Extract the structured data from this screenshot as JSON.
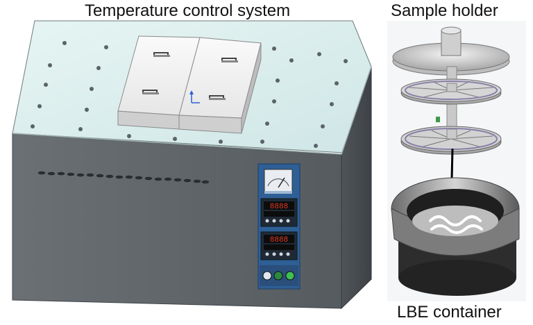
{
  "labels": {
    "main": "Temperature control system",
    "holder": "Sample holder",
    "container": "LBE container"
  },
  "panel": {
    "display1": "8888",
    "display2": "8888"
  },
  "colors": {
    "body_front": "#5e6468",
    "body_side": "#474c50",
    "top_surface": "#dcefee",
    "lid": "#f2f2f2",
    "control_panel": "#2e5f96",
    "led_red": "#e23a2a",
    "arrow": "#000000"
  }
}
